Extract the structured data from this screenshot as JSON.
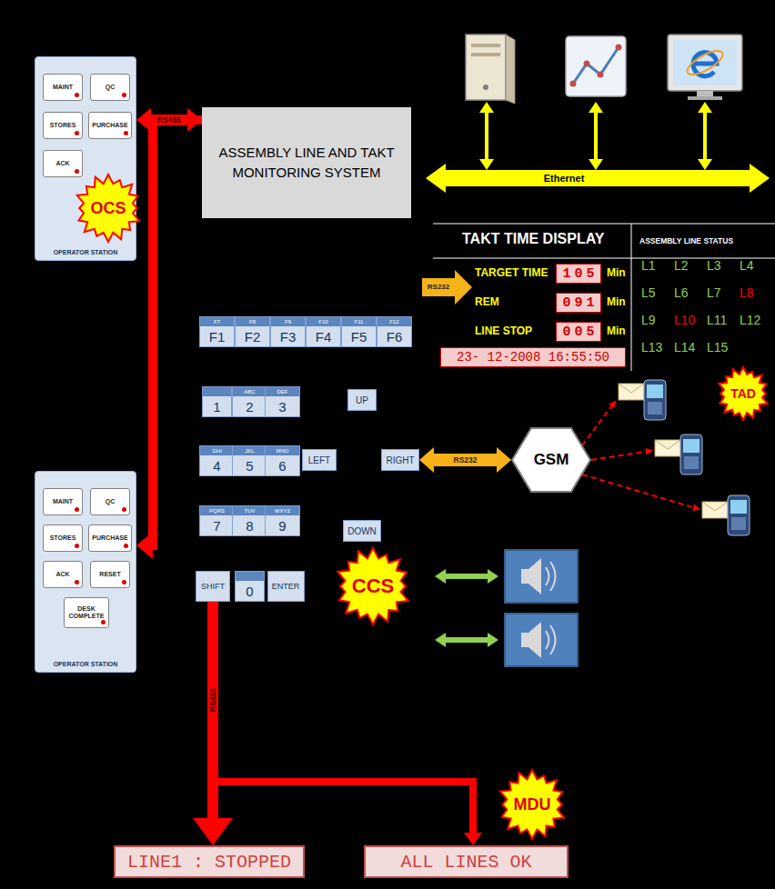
{
  "diagram": {
    "nodes": [
      {
        "text": [
          "OPERATOR STATION"
        ]
      },
      {
        "text": [
          "MAINT"
        ],
        "in": 0
      },
      {
        "text": [
          "QC"
        ],
        "in": 0
      },
      {
        "text": [
          "STORES"
        ],
        "in": 0
      },
      {
        "text": [
          "PURCHASE"
        ],
        "in": 0
      },
      {
        "text": [
          "ACK"
        ],
        "in": 0
      },
      {
        "text": [
          "OCS"
        ]
      },
      {
        "text": [
          "ASSEMBLY LINE AND TAKT MONITORING SYSTEM"
        ]
      },
      {
        "text": [
          "TAKT TIME DISPLAY",
          "TARGET TIME",
          "Min",
          "REM",
          "Min",
          "LINE STOP",
          "Min"
        ]
      },
      {
        "text": [
          "105"
        ],
        "in": 8
      },
      {
        "text": [
          "091"
        ],
        "in": 8
      },
      {
        "text": [
          "005"
        ],
        "in": 8
      },
      {
        "text": [
          "23- 12-2008 16:55:50"
        ],
        "in": 8
      },
      {
        "text": [
          "ASSEMBLY LINE STATUS",
          "L1",
          "L2",
          "L3",
          "L4",
          "L5",
          "L6",
          "L7",
          "L8",
          "L9",
          "L10",
          "L11",
          "L12",
          "L13",
          "L14",
          "L15"
        ]
      },
      {
        "text": [
          "TAD"
        ]
      },
      {
        "text": [
          "F7",
          "F1"
        ]
      },
      {
        "text": [
          "F8",
          "F2"
        ]
      },
      {
        "text": [
          "F9",
          "F3"
        ]
      },
      {
        "text": [
          "F10",
          "F4"
        ]
      },
      {
        "text": [
          "F11",
          "F5"
        ]
      },
      {
        "text": [
          "F12",
          "F6"
        ]
      },
      {
        "text": [
          "1"
        ]
      },
      {
        "text": [
          "ABC",
          "2"
        ]
      },
      {
        "text": [
          "DEF",
          "3"
        ]
      },
      {
        "text": [
          "UP"
        ]
      },
      {
        "text": [
          "GHI",
          "4"
        ]
      },
      {
        "text": [
          "JKL",
          "5"
        ]
      },
      {
        "text": [
          "MNO",
          "6"
        ]
      },
      {
        "text": [
          "LEFT"
        ]
      },
      {
        "text": [
          "RIGHT"
        ]
      },
      {
        "text": [
          "GSM"
        ]
      },
      {
        "text": [
          "PQRS",
          "7"
        ]
      },
      {
        "text": [
          "TUV",
          "8"
        ]
      },
      {
        "text": [
          "WXYZ",
          "9"
        ]
      },
      {
        "text": [
          "DOWN"
        ]
      },
      {
        "text": [
          "OPERATOR STATION"
        ]
      },
      {
        "text": [
          "MAINT"
        ],
        "in": 35
      },
      {
        "text": [
          "QC"
        ],
        "in": 35
      },
      {
        "text": [
          "STORES"
        ],
        "in": 35
      },
      {
        "text": [
          "PURCHASE"
        ],
        "in": 35
      },
      {
        "text": [
          "ACK"
        ],
        "in": 35
      },
      {
        "text": [
          "RESET"
        ],
        "in": 35
      },
      {
        "text": [
          "DESK COMPLETE"
        ],
        "in": 35
      },
      {
        "text": [
          "SHIFT"
        ]
      },
      {
        "text": [
          "0"
        ]
      },
      {
        "text": [
          "ENTER"
        ]
      },
      {
        "text": [
          "CCS"
        ]
      },
      {
        "text": [
          "LINE1 : STOPPED"
        ]
      },
      {
        "text": [
          "ALL LINES OK"
        ]
      },
      {
        "text": [
          "MDU"
        ]
      }
    ],
    "edges": [
      {
        "from": 0,
        "to": 7,
        "label": "RS485",
        "arrow": "both"
      },
      {
        "from": 7,
        "to": 35,
        "arrow": "to"
      },
      {
        "from": 29,
        "to": 30,
        "label": "RS232",
        "arrow": "both"
      },
      {
        "from": 43,
        "to": 47,
        "label": "RS485",
        "arrow": "to"
      },
      {
        "from": 43,
        "to": 48,
        "arrow": "to"
      }
    ],
    "labels": [
      "Ethernet",
      "RS232"
    ]
  }
}
